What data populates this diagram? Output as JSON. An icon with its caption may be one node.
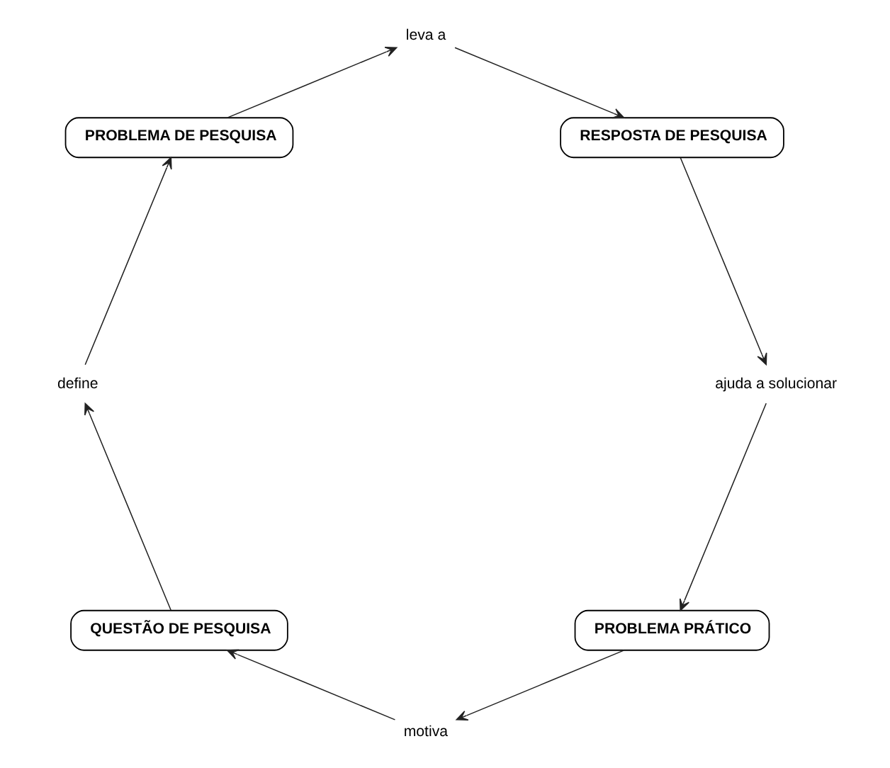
{
  "diagram": {
    "nodes": [
      {
        "text": [
          "PROBLEMA PRÁTICO"
        ]
      },
      {
        "text": [
          "motiva"
        ]
      },
      {
        "text": [
          "QUESTÃO DE PESQUISA"
        ]
      },
      {
        "text": [
          "define"
        ]
      },
      {
        "text": [
          "PROBLEMA DE PESQUISA"
        ]
      },
      {
        "text": [
          "leva a"
        ]
      },
      {
        "text": [
          "RESPOSTA DE PESQUISA"
        ]
      },
      {
        "text": [
          "ajuda a solucionar"
        ]
      }
    ],
    "edges": [
      {
        "from": 0,
        "to": 1,
        "arrow": "to"
      },
      {
        "from": 1,
        "to": 2,
        "arrow": "to"
      },
      {
        "from": 2,
        "to": 3,
        "arrow": "to"
      },
      {
        "from": 3,
        "to": 4,
        "arrow": "to"
      },
      {
        "from": 4,
        "to": 5,
        "arrow": "to"
      },
      {
        "from": 5,
        "to": 6,
        "arrow": "to"
      },
      {
        "from": 6,
        "to": 7,
        "arrow": "to"
      },
      {
        "from": 7,
        "to": 0,
        "arrow": "to"
      }
    ]
  }
}
